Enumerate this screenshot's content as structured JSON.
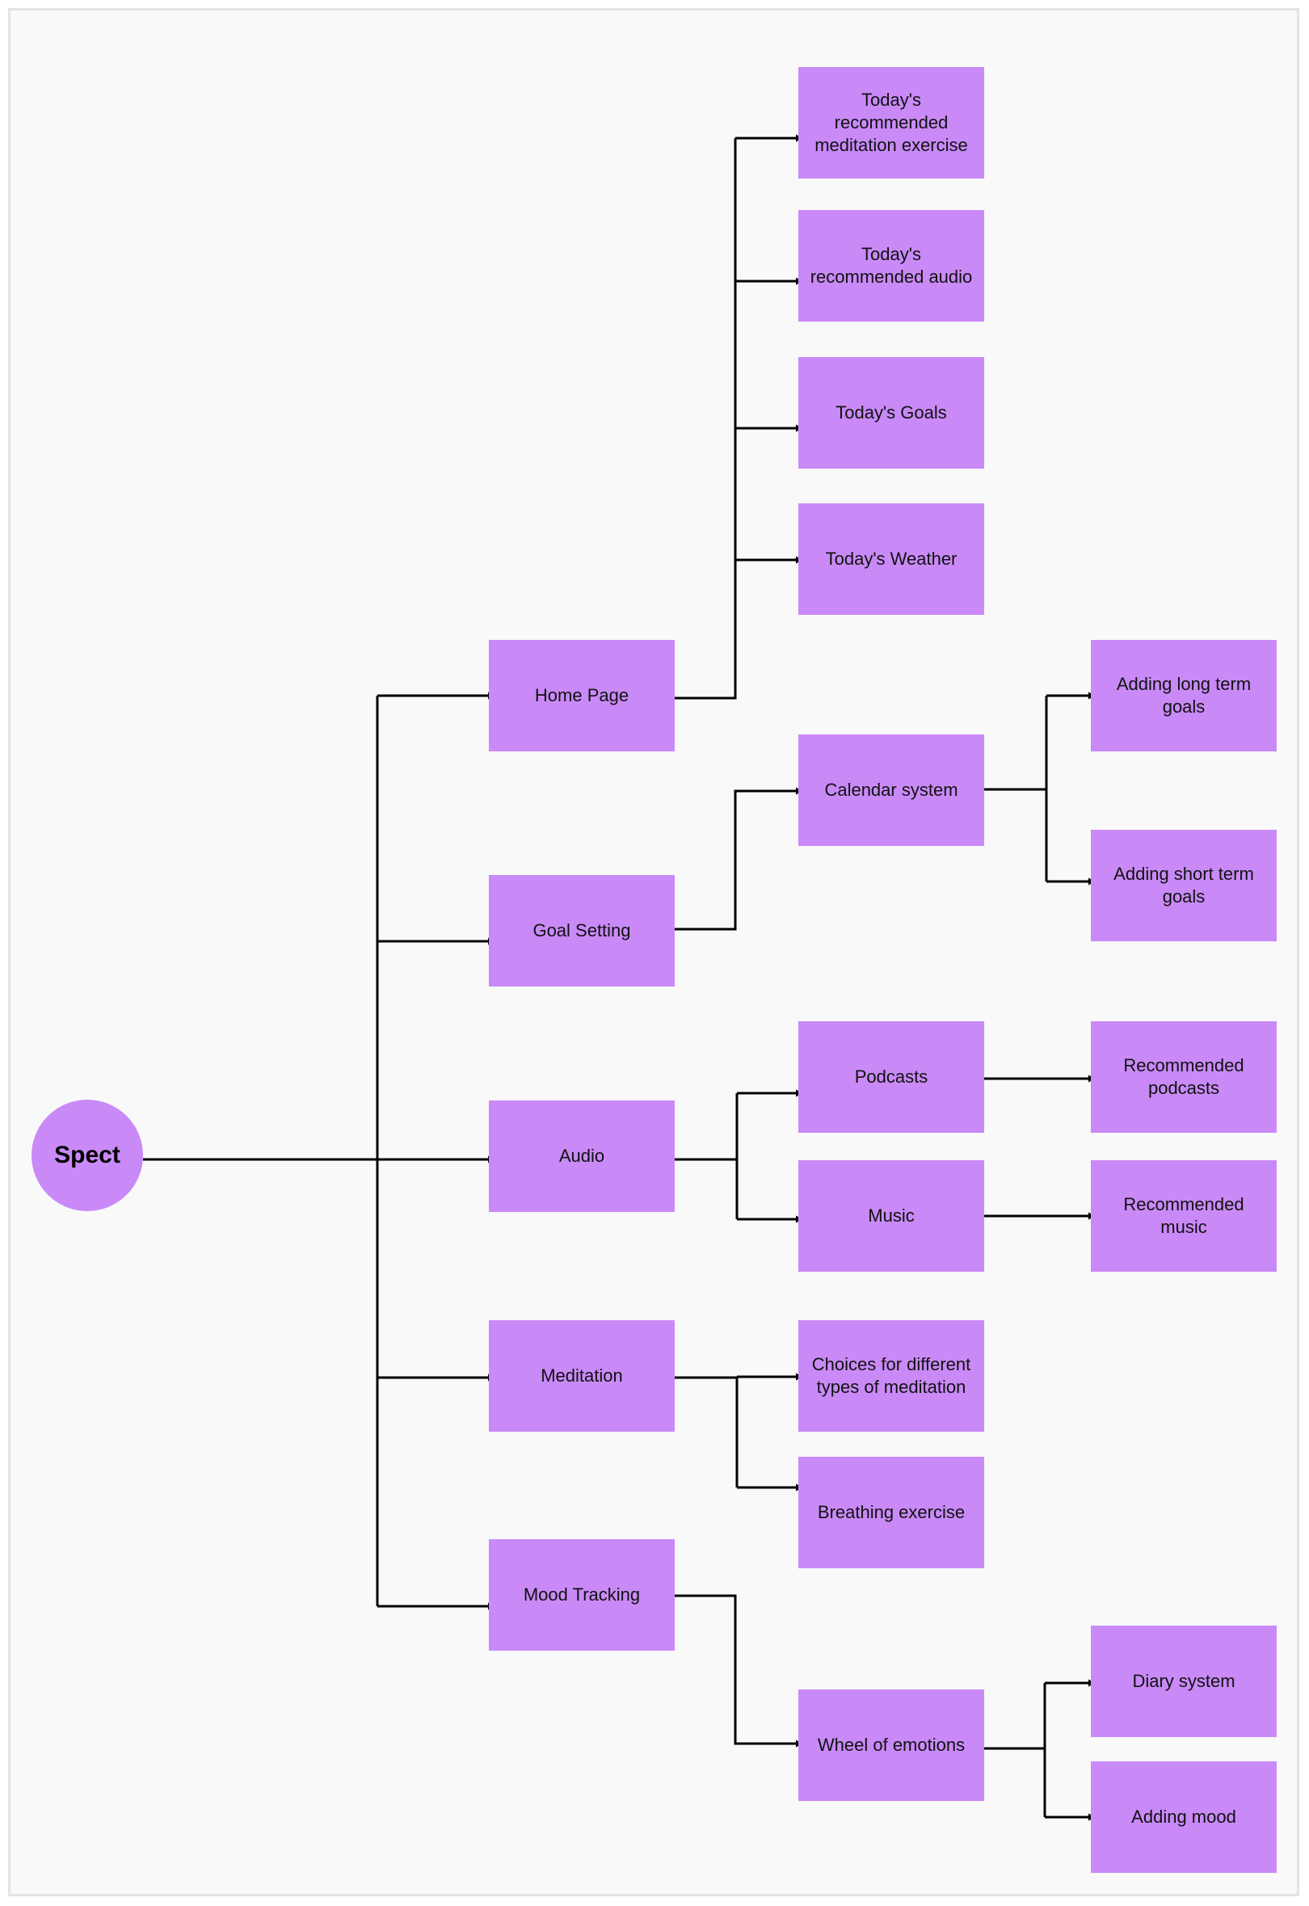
{
  "diagram": {
    "root": {
      "label": "Spect"
    },
    "nodes": {
      "home_page": "Home Page",
      "goal_setting": "Goal Setting",
      "audio": "Audio",
      "meditation": "Meditation",
      "mood_tracking": "Mood Tracking",
      "meditation_exercise": "Today's recommended meditation exercise",
      "recommended_audio": "Today's recommended audio",
      "todays_goals": "Today's Goals",
      "todays_weather": "Today's Weather",
      "calendar_system": "Calendar system",
      "long_term_goals": "Adding long term goals",
      "short_term_goals": "Adding short term goals",
      "podcasts": "Podcasts",
      "music": "Music",
      "recommended_podcasts": "Recommended podcasts",
      "recommended_music": "Recommended music",
      "meditation_choices": "Choices for different types of meditation",
      "breathing_exercise": "Breathing exercise",
      "wheel_of_emotions": "Wheel of emotions",
      "diary_system": "Diary system",
      "adding_mood": "Adding mood"
    },
    "edges": [
      [
        "root",
        "home_page"
      ],
      [
        "root",
        "goal_setting"
      ],
      [
        "root",
        "audio"
      ],
      [
        "root",
        "meditation"
      ],
      [
        "root",
        "mood_tracking"
      ],
      [
        "home_page",
        "meditation_exercise"
      ],
      [
        "home_page",
        "recommended_audio"
      ],
      [
        "home_page",
        "todays_goals"
      ],
      [
        "home_page",
        "todays_weather"
      ],
      [
        "goal_setting",
        "calendar_system"
      ],
      [
        "calendar_system",
        "long_term_goals"
      ],
      [
        "calendar_system",
        "short_term_goals"
      ],
      [
        "audio",
        "podcasts"
      ],
      [
        "audio",
        "music"
      ],
      [
        "podcasts",
        "recommended_podcasts"
      ],
      [
        "music",
        "recommended_music"
      ],
      [
        "meditation",
        "meditation_choices"
      ],
      [
        "meditation",
        "breathing_exercise"
      ],
      [
        "mood_tracking",
        "wheel_of_emotions"
      ],
      [
        "wheel_of_emotions",
        "diary_system"
      ],
      [
        "wheel_of_emotions",
        "adding_mood"
      ]
    ],
    "colors": {
      "node_fill": "#c98af7",
      "line": "#000000",
      "background": "#f9f9f9"
    }
  }
}
